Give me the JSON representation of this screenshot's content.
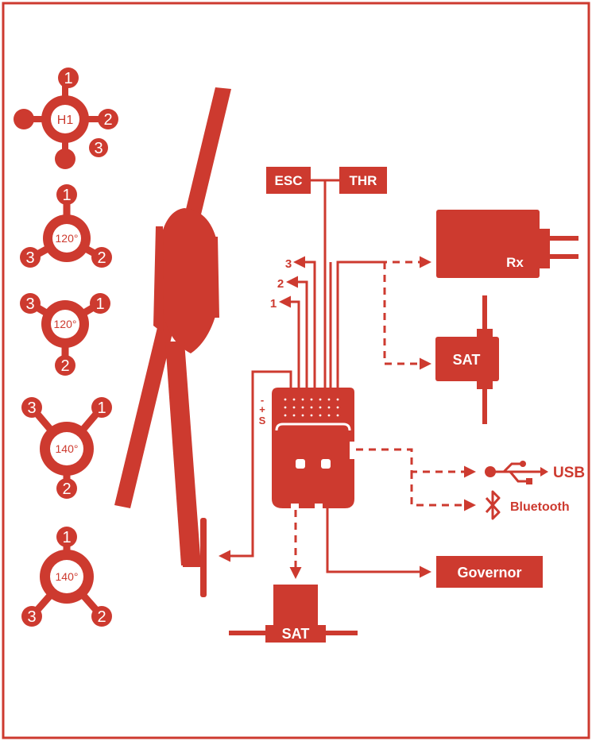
{
  "colors": {
    "accent": "#cd3a2f",
    "background": "#ffffff"
  },
  "swashplates": [
    {
      "center": "H1",
      "labels": [
        "1",
        "2",
        "3"
      ]
    },
    {
      "center": "120°",
      "labels": [
        "1",
        "2",
        "3"
      ]
    },
    {
      "center": "120°",
      "labels": [
        "3",
        "1",
        "2"
      ]
    },
    {
      "center": "140°",
      "labels": [
        "3",
        "1",
        "2"
      ]
    },
    {
      "center": "140°",
      "labels": [
        "1",
        "3",
        "2"
      ]
    }
  ],
  "inputs": {
    "esc": "ESC",
    "thr": "THR"
  },
  "channels": [
    "3",
    "2",
    "1"
  ],
  "side_port": {
    "minus": "-",
    "plus": "+",
    "signal": "S"
  },
  "receivers": {
    "rx": "Rx",
    "sat_right": "SAT",
    "sat_bottom": "SAT"
  },
  "outputs": {
    "usb": "USB",
    "bluetooth": "Bluetooth",
    "governor": "Governor"
  },
  "icons": [
    "usb-icon",
    "bluetooth-icon",
    "helicopter-silhouette"
  ]
}
